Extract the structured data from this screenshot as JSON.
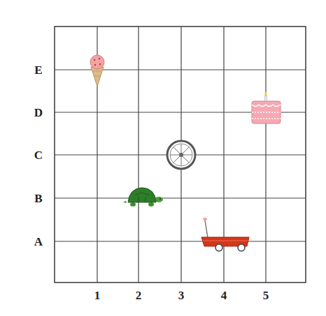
{
  "diagram": {
    "labels": [
      "E",
      "D",
      "C",
      "B",
      "A",
      "1",
      "2",
      "3",
      "4",
      "5"
    ]
  }
}
